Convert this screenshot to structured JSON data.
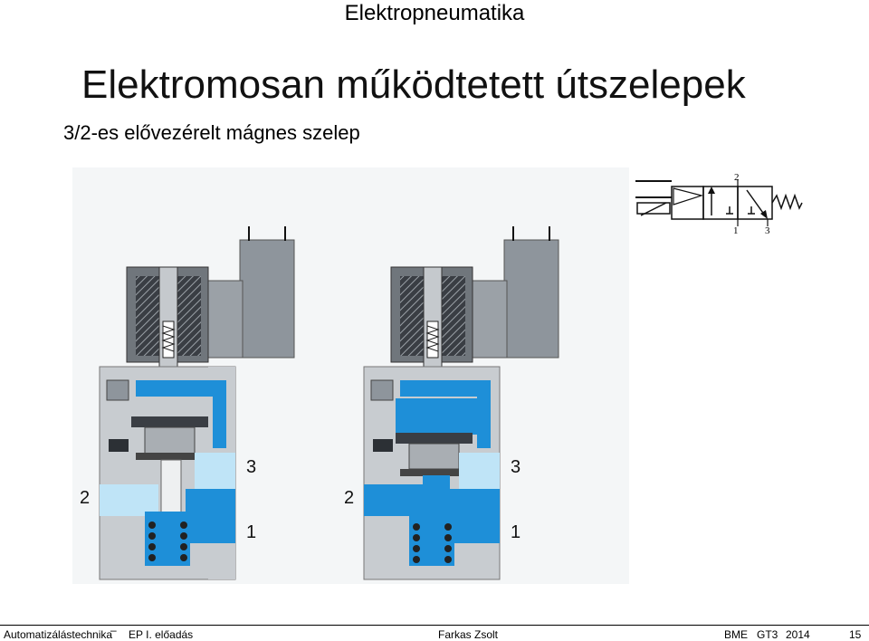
{
  "slide": {
    "header": "Elektropneumatika",
    "title": "Elektromosan működtetett útszelepek",
    "subtitle": "3/2-es elővezérelt mágnes szelep"
  },
  "diagram": {
    "left_valve": {
      "port_2": "2",
      "port_3": "3",
      "port_1": "1"
    },
    "right_valve": {
      "port_2": "2",
      "port_3": "3",
      "port_1": "1"
    },
    "symbol_labels": {
      "top": "2",
      "bottom_left": "1",
      "bottom_right": "3"
    }
  },
  "colors": {
    "body_gray": "#c8ccd0",
    "dark_gray": "#555a60",
    "air_blue": "#1e8fd8",
    "light_blue": "#bfe4f7"
  },
  "footer": {
    "course": "Automatizálástechnika",
    "lecture": "EP I. előadás",
    "author": "Farkas Zsolt",
    "institution": "BME",
    "group": "GT3",
    "year": "2014",
    "page": "15"
  }
}
